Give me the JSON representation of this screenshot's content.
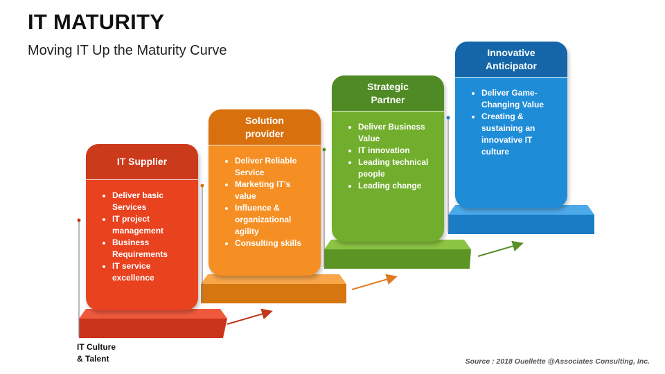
{
  "header": {
    "title": "IT MATURITY",
    "subtitle": "Moving IT Up the Maturity Curve"
  },
  "stages": [
    {
      "title_lines": [
        "IT Supplier"
      ],
      "bullets": [
        [
          "Deliver basic",
          "Services"
        ],
        [
          "IT project",
          "management"
        ],
        [
          "Business",
          "Requirements"
        ],
        [
          "IT service",
          "excellence"
        ]
      ],
      "colors": {
        "head": "#CC3A1C",
        "body": "#E8421F",
        "step_top": "#F05A3C",
        "step_front": "#C9341A"
      }
    },
    {
      "title_lines": [
        "Solution",
        "provider"
      ],
      "bullets": [
        [
          "Deliver Reliable",
          "Service"
        ],
        [
          "Marketing IT’s",
          "value"
        ],
        [
          "Influence &",
          "organizational",
          "agility"
        ],
        [
          "Consulting skills"
        ]
      ],
      "colors": {
        "head": "#D9700E",
        "body": "#F58F24",
        "step_top": "#F8A64A",
        "step_front": "#D5760F"
      }
    },
    {
      "title_lines": [
        "Strategic",
        "Partner"
      ],
      "bullets": [
        [
          "Deliver Business",
          "Value"
        ],
        [
          "IT innovation"
        ],
        [
          "Leading technical",
          "people"
        ],
        [
          "Leading change"
        ]
      ],
      "colors": {
        "head": "#4F8A25",
        "body": "#72AE2D",
        "step_top": "#8CC443",
        "step_front": "#5C9524"
      }
    },
    {
      "title_lines": [
        "Innovative",
        "Anticipator"
      ],
      "bullets": [
        [
          "Deliver Game-",
          "Changing Value"
        ],
        [
          "Creating &",
          "sustaining an",
          "innovative IT",
          "culture"
        ]
      ],
      "colors": {
        "head": "#1466A8",
        "body": "#1F8CD8",
        "step_top": "#4DAAEA",
        "step_front": "#1A7CC5"
      }
    }
  ],
  "footer": {
    "label_lines": [
      "IT Culture",
      "& Talent"
    ],
    "source": "Source : 2018 Ouellette @Associates Consulting, Inc."
  },
  "colors": {
    "arrow_1": "#C0391B",
    "arrow_2": "#E07A1F",
    "arrow_3": "#5A8F2A",
    "connector_line": "#888888"
  }
}
